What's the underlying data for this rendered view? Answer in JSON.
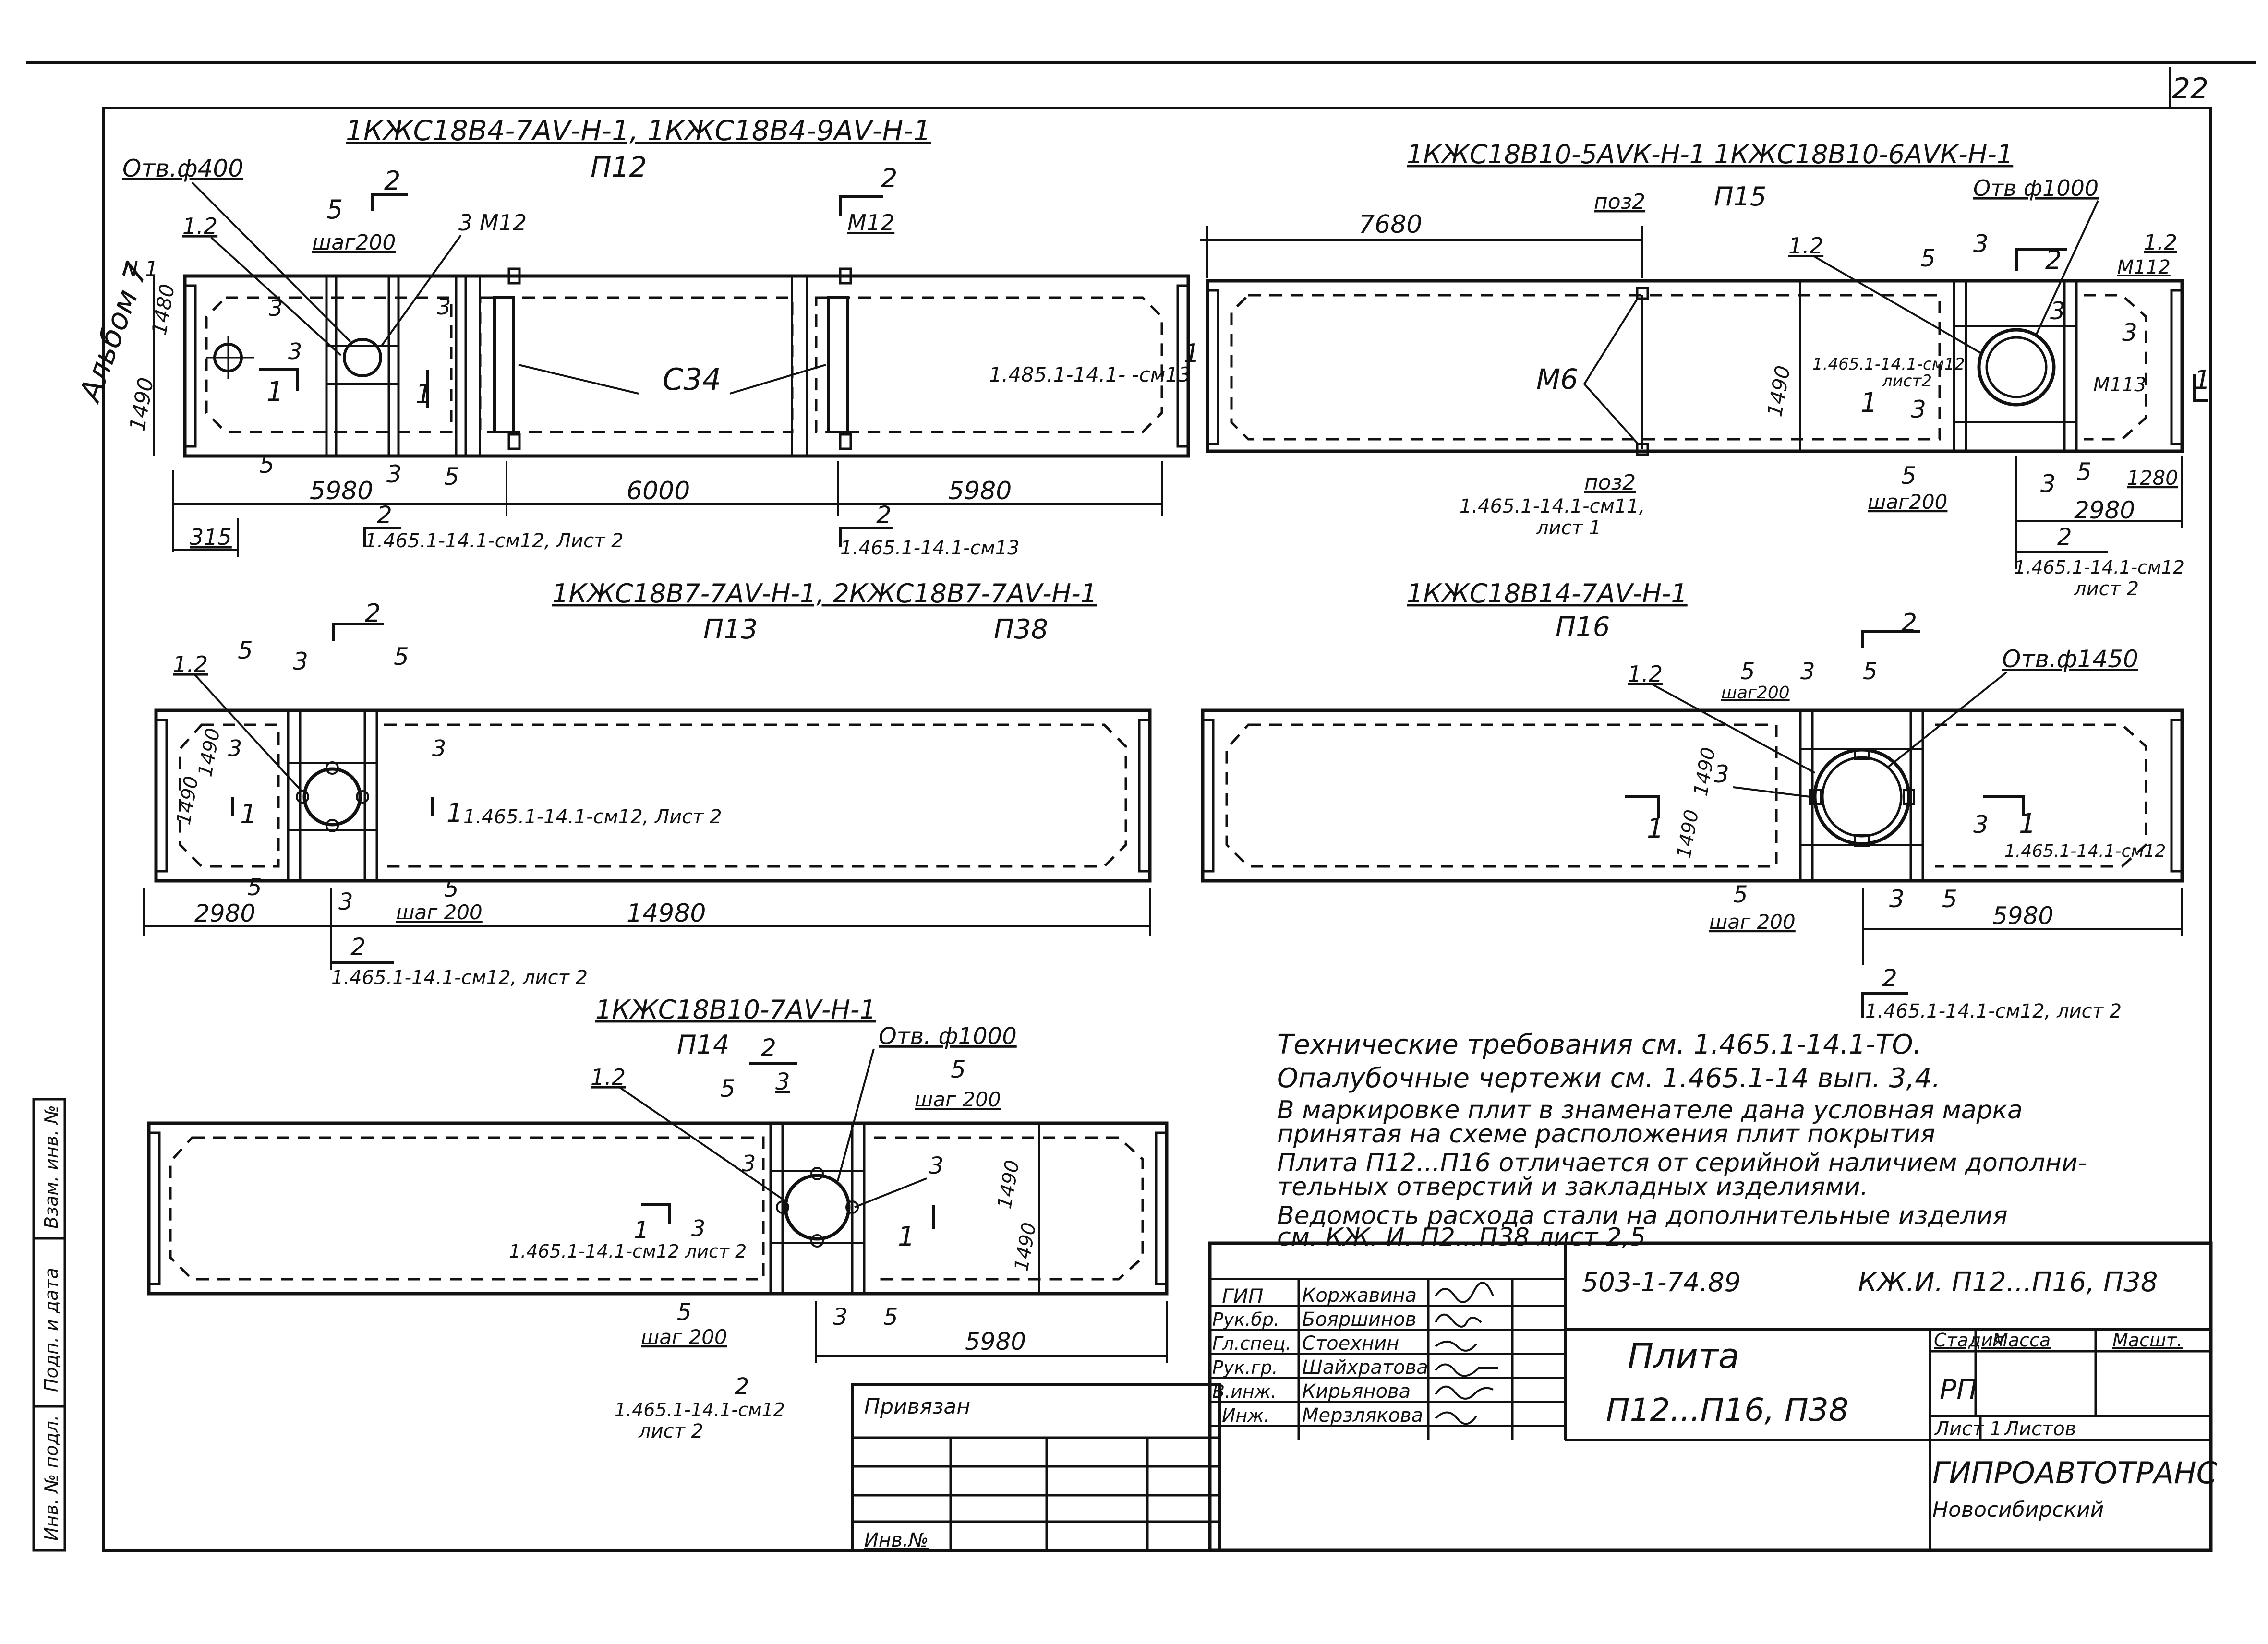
{
  "sheet": {
    "page_number": "22",
    "album": "Альбом 7"
  },
  "slabs": {
    "p12": {
      "title": "1КЖС18В4-7АⅤ-Н-1, 1КЖС18В4-9АⅤ-Н-1",
      "code": "П12",
      "otv": "Отв.ф400",
      "marks": [
        "1.2",
        "3",
        "3",
        "3",
        "5",
        "5",
        "3",
        "5"
      ],
      "n1": "N 1",
      "step": "шаг200",
      "m12a": "3  М12",
      "m12b": "М12",
      "c34": "С34",
      "dims": [
        "5980",
        "6000",
        "5980",
        "315",
        "1480",
        "1490"
      ],
      "side_ref": "1.485.1-14.1-\n-см13",
      "ref_a": "1.465.1-14.1-см12, Лист 2",
      "ref_b": "1.465.1-14.1-см13",
      "sec": "2",
      "cut": "1"
    },
    "p15": {
      "title": "1КЖС18В10-5АⅤК-Н-1  1КЖС18В10-6АⅤК-Н-1",
      "code": "П15",
      "otv": "Отв ф1000",
      "dim_top": "7680",
      "poz2_top": "поз2",
      "poz2_bot": "поз2",
      "m6": "М6",
      "ref_left": "1.465.1-14.1-см11,",
      "ref_left2": "лист 1",
      "marks": [
        "1.2",
        "5",
        "3",
        "1.2",
        "3",
        "3",
        "3",
        "5",
        "5"
      ],
      "m12": "М112",
      "m113": "М113",
      "side_ref": "1.465.1-14.1-см12",
      "side_ref2": "лист2",
      "dims": [
        "1490",
        "2980",
        "1280"
      ],
      "step": "шаг200",
      "ref_b": "1.465.1-14.1-см12",
      "ref_b2": "лист 2",
      "sec": "2",
      "cut": "1"
    },
    "p13": {
      "title": "1КЖС18В7-7АⅤ-Н-1,   2КЖС18В7-7АⅤ-Н-1",
      "code1": "П13",
      "code2": "П38",
      "marks": [
        "1.2",
        "5",
        "3",
        "5",
        "3",
        "3",
        "5",
        "5",
        "3"
      ],
      "dims": [
        "1490",
        "1490",
        "2980",
        "14980"
      ],
      "step": "шаг 200",
      "ref_cut": "1.465.1-14.1-см12, Лист 2",
      "ref_b": "1.465.1-14.1-см12, лист 2",
      "sec": "2",
      "cut": "1"
    },
    "p16": {
      "title": "1КЖС18В14-7АⅤ-Н-1",
      "code": "П16",
      "otv": "Отв.ф1450",
      "marks": [
        "1.2",
        "5",
        "3",
        "5",
        "3",
        "5",
        "3",
        "5"
      ],
      "step_top": "шаг200",
      "step": "шаг 200",
      "dims": [
        "1490",
        "1490",
        "5980"
      ],
      "ref_cut": "1.465.1-14.1-см12",
      "ref_b": "1.465.1-14.1-см12, лист 2",
      "sec": "2",
      "cut": "1"
    },
    "p14": {
      "title": "1КЖС18В10-7АⅤ-Н-1",
      "code": "П14",
      "otv": "Отв. ф1000",
      "marks": [
        "1.2",
        "5",
        "3",
        "5",
        "3",
        "3",
        "3",
        "5",
        "5"
      ],
      "step": "шаг 200",
      "dims": [
        "1490",
        "1490",
        "5980"
      ],
      "ref_cut": "1.465.1-14.1-см12 лист 2",
      "ref_b": "1.465.1-14.1-см12",
      "ref_b2": "лист 2",
      "sec": "2",
      "cut": "1"
    }
  },
  "notes": [
    "Технические требования см. 1.465.1-14.1-ТО.",
    "Опалубочные чертежи см. 1.465.1-14 вып. 3,4.",
    "В маркировке плит в знаменателе дана условная марка",
    "принятая на схеме расположения плит покрытия",
    "Плита П12...П16 отличается от серийной наличием дополни-",
    "тельных отверстий и закладных изделиями.",
    "Ведомость расхода стали на дополнительные изделия",
    "см.          КЖ. И. П2...П38  лист 2,5"
  ],
  "title_block": {
    "project": "503-1-74.89",
    "doc_code": "КЖ.И. П12...П16, П38",
    "name1": "Плита",
    "name2": "П12...П16, П38",
    "roles": [
      "ГИП",
      "Рук.бр.",
      "Гл.спец.",
      "Рук.гр.",
      "В.инж.",
      "Инж."
    ],
    "names": [
      "Коржавина",
      "Бояршинов",
      "Стоехнин",
      "Шайхратова",
      "Кирьянова",
      "Мерзлякова"
    ],
    "stage_label": "Стадия",
    "mass_label": "Масса",
    "scale_label": "Масшт.",
    "stage": "РП",
    "sheet_label": "Лист 1",
    "sheets_label": "Листов",
    "org": "ГИПРОАВТОТРАНС",
    "city": "Новосибирский",
    "privyazan": "Привязан",
    "inv": "Инв.№"
  },
  "side_stamp": {
    "col1": "Инв. № подл.",
    "col2": "Подп. и дата",
    "col3": "Взам. инв. №"
  }
}
